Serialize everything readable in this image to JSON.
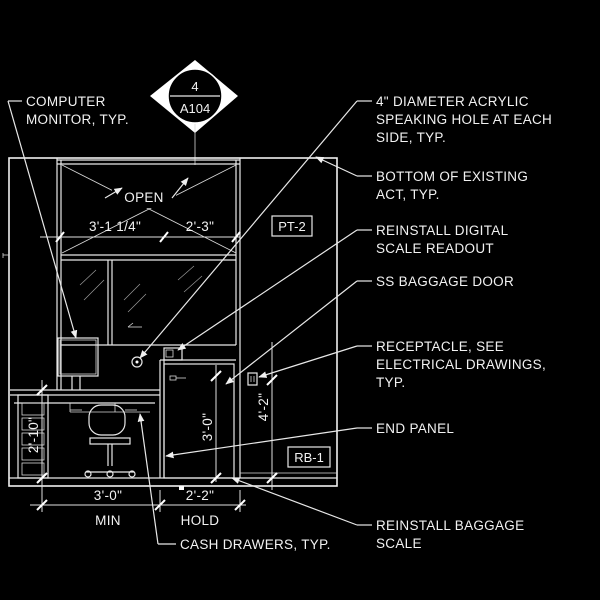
{
  "section_marker": {
    "number": "4",
    "sheet": "A104"
  },
  "callouts": {
    "computer_monitor": [
      "COMPUTER",
      "MONITOR, TYP."
    ],
    "speaking_hole": [
      "4\" DIAMETER ACRYLIC",
      "SPEAKING HOLE AT EACH",
      "SIDE, TYP."
    ],
    "bottom_act": [
      "BOTTOM OF EXISTING",
      "ACT, TYP."
    ],
    "scale_readout": [
      "REINSTALL DIGITAL",
      "SCALE READOUT"
    ],
    "baggage_door": [
      "SS BAGGAGE DOOR"
    ],
    "receptacle": [
      "RECEPTACLE, SEE",
      "ELECTRICAL DRAWINGS,",
      "TYP."
    ],
    "end_panel": [
      "END PANEL"
    ],
    "baggage_scale": [
      "REINSTALL BAGGAGE",
      "SCALE"
    ],
    "cash_drawers": [
      "CASH DRAWERS, TYP."
    ]
  },
  "labels": {
    "open": "OPEN"
  },
  "tags": {
    "paint": "PT-2",
    "rubber_base": "RB-1"
  },
  "dimensions": {
    "opening_left": "3'-1 1/4\"",
    "opening_right": "2'-3\"",
    "counter_height": "2'-10\"",
    "door_height": "3'-0\"",
    "receptacle_height": "4'-2\"",
    "counter_width": "3'-0\"",
    "counter_width_note": "MIN",
    "scale_width": "2'-2\"",
    "scale_width_note": "HOLD"
  }
}
